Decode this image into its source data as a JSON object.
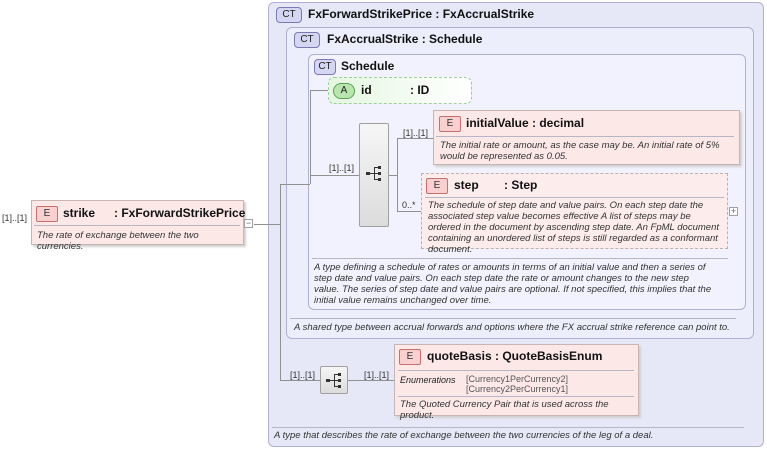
{
  "strike": {
    "card": "[1]..[1]",
    "badge": "E",
    "name": "strike",
    "type": ": FxForwardStrikePrice",
    "desc": "The rate of exchange between the two currencies."
  },
  "ct_outer": {
    "badge": "CT",
    "title": "FxForwardStrikePrice : FxAccrualStrike",
    "desc": "A type that describes the rate of exchange between the two currencies of the leg of a deal."
  },
  "ct_mid": {
    "badge": "CT",
    "title": "FxAccrualStrike : Schedule",
    "desc": "A shared type between accrual forwards and options where the FX accrual strike reference can point to."
  },
  "ct_inner": {
    "badge": "CT",
    "title": "Schedule",
    "desc": "A type defining a schedule of rates or amounts in terms of an initial value and then a series of step date and value pairs. On each step date the rate or amount changes to the new step value. The series of step date and value pairs are optional. If not specified, this implies that the initial value remains unchanged over time."
  },
  "attr_id": {
    "badge": "A",
    "name": "id",
    "type": ": ID"
  },
  "seq1": {
    "card": "[1]..[1]"
  },
  "initialValue": {
    "card": "[1]..[1]",
    "badge": "E",
    "title": "initialValue : decimal",
    "desc": "The initial rate or amount, as the case may be. An initial rate of 5% would be represented as 0.05."
  },
  "step": {
    "card": "0..*",
    "badge": "E",
    "name": "step",
    "type": ": Step",
    "desc": "The schedule of step date and value pairs. On each step date the associated step value becomes effective A list of steps may be ordered in the document by ascending step date. An FpML document containing an unordered list of steps is still regarded as a conformant document."
  },
  "seq2": {
    "card": "[1]..[1]"
  },
  "quoteBasis": {
    "card": "[1]..[1]",
    "badge": "E",
    "title": "quoteBasis : QuoteBasisEnum",
    "enum_label": "Enumerations",
    "enums": [
      "[Currency1PerCurrency2]",
      "[Currency2PerCurrency1]"
    ],
    "desc": "The Quoted Currency Pair that is used across the product."
  }
}
